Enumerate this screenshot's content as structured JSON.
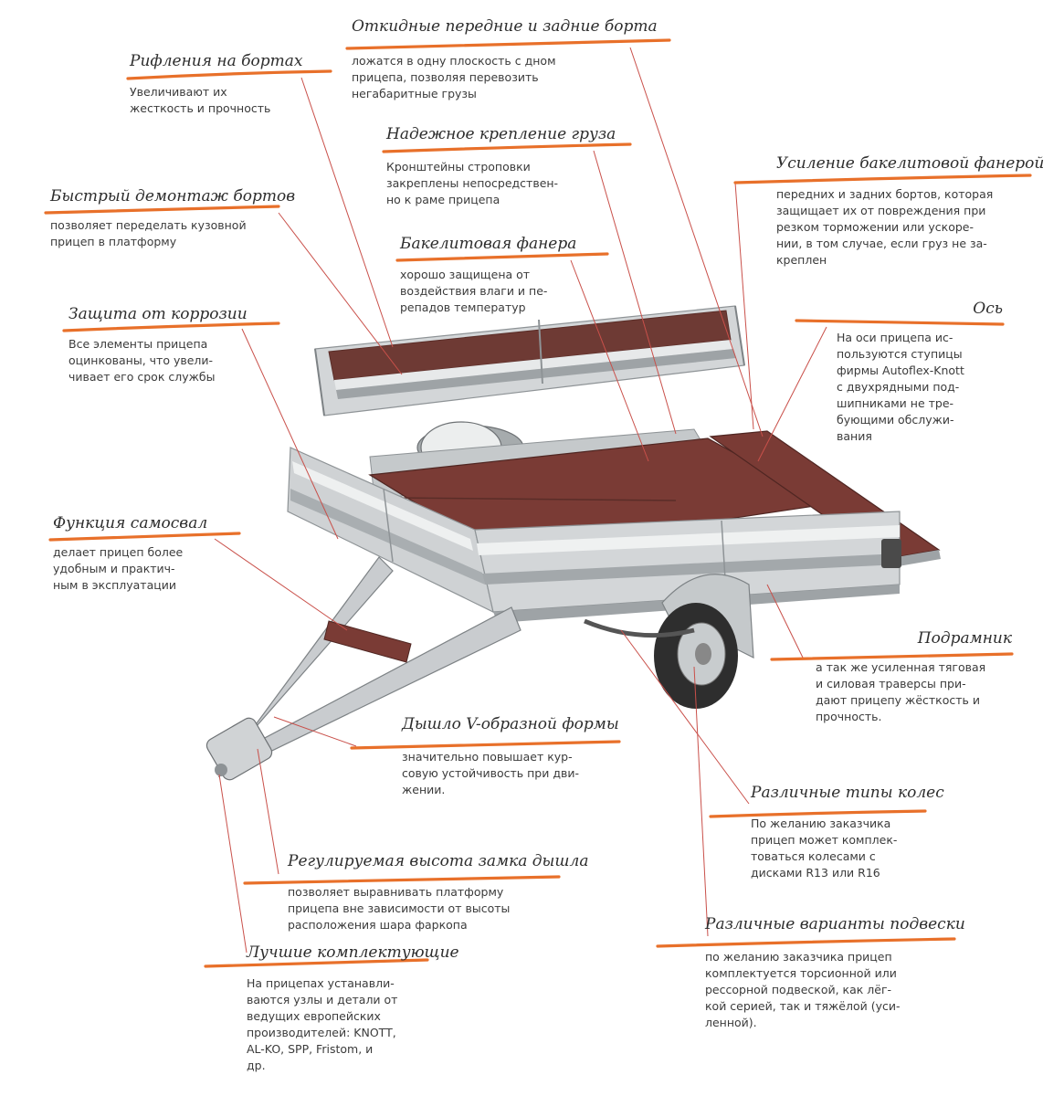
{
  "colors": {
    "accent": "#e8702a",
    "leader": "#c9504a",
    "deck": "#7a3b35",
    "metal": "#c8ccce"
  },
  "callouts": [
    {
      "id": "fold-boards",
      "title": "Откидные передние и задние борта",
      "desc": "ложатся в одну плоскость с дном\nприцепа, позволяя перевозить\nнегабаритные грузы"
    },
    {
      "id": "ribbing",
      "title": "Рифления на бортах",
      "desc": "Увеличивают их\nжесткость и прочность"
    },
    {
      "id": "cargo-fix",
      "title": "Надежное крепление груза",
      "desc": "Кронштейны строповки\nзакреплены непосредствен-\nно к раме прицепа"
    },
    {
      "id": "bakelite-reinforce",
      "title": "Усиление бакелитовой фанерой",
      "desc": "передних и задних бортов, которая\nзащищает их от повреждения при\nрезком торможении или ускоре-\nнии, в том случае, если груз не за-\nкреплен"
    },
    {
      "id": "quick-dismount",
      "title": "Быстрый демонтаж бортов",
      "desc": "позволяет переделать кузовной\nприцеп в платформу"
    },
    {
      "id": "bakelite",
      "title": "Бакелитовая фанера",
      "desc": "хорошо защищена от\nвоздействия влаги и пе-\nрепадов температур"
    },
    {
      "id": "corrosion",
      "title": "Защита от коррозии",
      "desc": "Все элементы прицепа\nоцинкованы, что увели-\nчивает его срок службы"
    },
    {
      "id": "axle",
      "title": "Ось",
      "desc": "На оси прицепа ис-\nпользуются ступицы\nфирмы Autoflex-Knott\nс двухрядными под-\nшипниками не тре-\nбующими обслужи-\nвания"
    },
    {
      "id": "tipper",
      "title": "Функция самосвал",
      "desc": "делает прицеп более\nудобным и практич-\nным в эксплуатации"
    },
    {
      "id": "subframe",
      "title": "Подрамник",
      "desc": "а так же усиленная тяговая\nи силовая траверсы при-\nдают прицепу жёсткость и\nпрочность."
    },
    {
      "id": "drawbar",
      "title": "Дышло V-образной формы",
      "desc": "значительно повышает кур-\nсовую устойчивость при дви-\nжении."
    },
    {
      "id": "wheels",
      "title": "Различные типы колес",
      "desc": "По желанию заказчика\nприцеп может комплек-\nтоваться колесами с\nдисками R13 или R16"
    },
    {
      "id": "hitch-height",
      "title": "Регулируемая высота замка дышла",
      "desc": "позволяет выравнивать платформу\nприцепа вне зависимости от высоты\nрасположения шара фаркопа"
    },
    {
      "id": "components",
      "title": "Лучшие комплектующие",
      "desc": "На прицепах устанавли-\nваются узлы и детали от\nведущих европейских\nпроизводителей: KNOTT,\nAL-KO, SPP, Fristom, и\nдр."
    },
    {
      "id": "suspension",
      "title": "Различные варианты подвески",
      "desc": "по желанию заказчика прицеп\nкомплектуется торсионной или\nрессорной подвеской, как лёг-\nкой серией, так и тяжёлой (уси-\nленной)."
    }
  ]
}
